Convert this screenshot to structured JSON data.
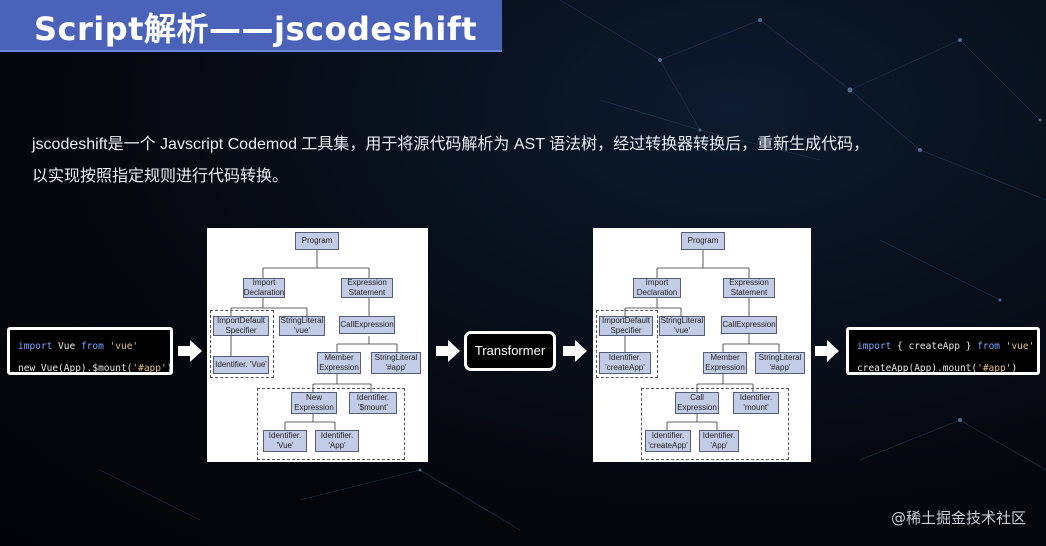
{
  "slide": {
    "title": "Script解析——jscodeshift",
    "description_line1": "jscodeshift是一个 Javscript Codemod 工具集，用于将源代码解析为 AST 语法树，经过转换器转换后，重新生成代码，",
    "description_line2": "以实现按照指定规则进行代码转换。",
    "watermark": "@稀土掘金技术社区",
    "accent_color": "#4a63b8"
  },
  "input_code": {
    "line1": {
      "kw1": "import",
      "name": " Vue ",
      "kw2": "from",
      "str": " 'vue'"
    },
    "line2": {
      "pre": "new Vue(App).$mount(",
      "str": "'#app'",
      "post": ")"
    }
  },
  "output_code": {
    "line1": {
      "kw1": "import",
      "name": " { createApp } ",
      "kw2": "from",
      "str": " 'vue'"
    },
    "line2": {
      "pre": "createApp(App).mount(",
      "str": "'#app'",
      "post": ")"
    }
  },
  "transformer_label": "Transformer",
  "ast_before": {
    "program": "Program",
    "import_decl": "Import\nDeclaration",
    "expr_stmt": "Expression\nStatement",
    "import_default": "ImportDefault\nSpecifier",
    "string_lit_vue": "StringLiteral\n'vue'",
    "call_expr": "CallExpression",
    "member_expr": "Member\nExpression",
    "string_lit_app": "StringLiteral\n'#app'",
    "identifier_vue_top": "Identifier. 'Vue'",
    "new_expr": "New\nExpression",
    "identifier_mount": "Identifier.\n'$mount'",
    "identifier_vue": "Identifier.\n'Vue'",
    "identifier_app": "Identifier.\n'App'"
  },
  "ast_after": {
    "program": "Program",
    "import_decl": "Import\nDeclaration",
    "expr_stmt": "Expression\nStatement",
    "import_default": "ImportDefault\nSpecifier",
    "string_lit_vue": "StringLiteral\n'vue'",
    "call_expr": "CallExpression",
    "identifier_createapp": "Identifier.\n'createApp'",
    "member_expr": "Member\nExpression",
    "string_lit_app": "StringLiteral\n'#app'",
    "call_expr2": "Call\nExpression",
    "identifier_mount": "Identifier.\n'mount'",
    "identifier_createapp2": "Identifier.\n'createApp'",
    "identifier_app": "Identifier.\n'App'"
  }
}
